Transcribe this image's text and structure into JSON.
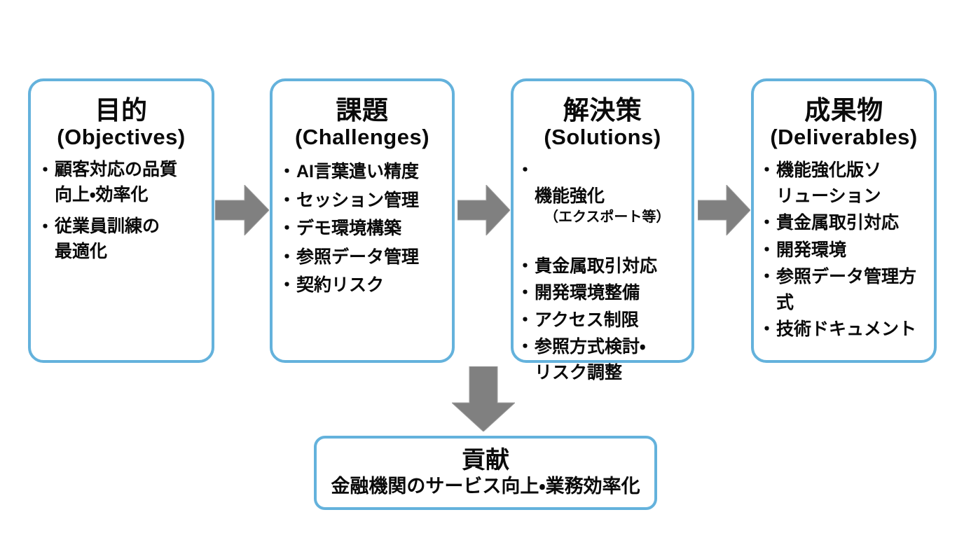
{
  "diagram": {
    "type": "process-flow",
    "title_text_present": false,
    "colors": {
      "box_border": "#64b2dc",
      "box_fill": "#ffffff",
      "arrow_fill": "#808080",
      "text": "#0a0a0a",
      "background": "#ffffff"
    },
    "stages": [
      {
        "id": "objectives",
        "title_ja": "目的",
        "title_en": "(Objectives)",
        "bullets": [
          {
            "text": "顧客対応の品質\n向上・効率化",
            "sub": ""
          },
          {
            "text": "従業員訓練の\n最適化",
            "sub": ""
          }
        ]
      },
      {
        "id": "challenges",
        "title_ja": "課題",
        "title_en": "(Challenges)",
        "bullets": [
          {
            "text": "AI言葉遣い精度",
            "sub": ""
          },
          {
            "text": "セッション管理",
            "sub": ""
          },
          {
            "text": "デモ環境構築",
            "sub": ""
          },
          {
            "text": "参照データ管理",
            "sub": ""
          },
          {
            "text": "契約リスク",
            "sub": ""
          }
        ]
      },
      {
        "id": "solutions",
        "title_ja": "解決策",
        "title_en": "(Solutions)",
        "bullets": [
          {
            "text": "機能強化",
            "sub": "（エクスポート等）"
          },
          {
            "text": "貴金属取引対応",
            "sub": ""
          },
          {
            "text": "開発環境整備",
            "sub": ""
          },
          {
            "text": "アクセス制限",
            "sub": ""
          },
          {
            "text": "参照方式検討・\nリスク調整",
            "sub": ""
          }
        ]
      },
      {
        "id": "deliverables",
        "title_ja": "成果物",
        "title_en": "(Deliverables)",
        "bullets": [
          {
            "text": "機能強化版ソ\nリューション",
            "sub": ""
          },
          {
            "text": "貴金属取引対応",
            "sub": ""
          },
          {
            "text": "開発環境",
            "sub": ""
          },
          {
            "text": "参照データ管理方式",
            "sub": ""
          },
          {
            "text": "技術ドキュメント",
            "sub": ""
          }
        ]
      }
    ],
    "outcome": {
      "id": "contribution",
      "title_ja": "貢献",
      "subtitle_ja": "金融機関のサービス向上・業務効率化"
    },
    "connectors": [
      {
        "id": "arrow-objectives-to-challenges",
        "direction": "right"
      },
      {
        "id": "arrow-challenges-to-solutions",
        "direction": "right"
      },
      {
        "id": "arrow-solutions-to-deliverables",
        "direction": "right"
      },
      {
        "id": "arrow-challenges-to-contribution",
        "direction": "down"
      }
    ]
  }
}
